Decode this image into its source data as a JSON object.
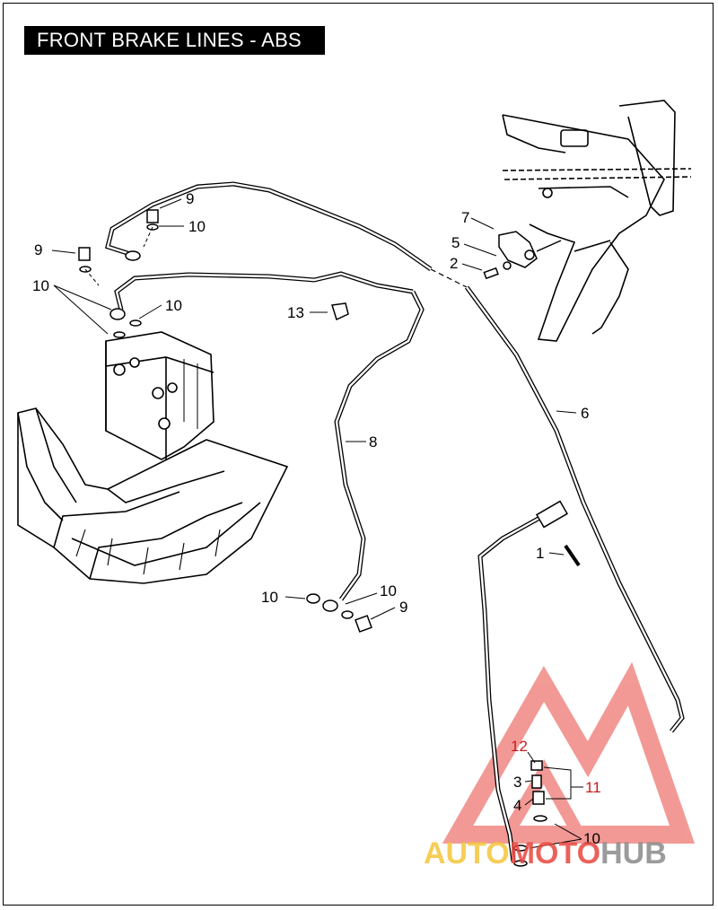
{
  "title": "FRONT BRAKE LINES - ABS",
  "callouts": [
    {
      "id": "c9a",
      "label": "9"
    },
    {
      "id": "c10a",
      "label": "10"
    },
    {
      "id": "c9b",
      "label": "9"
    },
    {
      "id": "c10b",
      "label": "10"
    },
    {
      "id": "c10c",
      "label": "10"
    },
    {
      "id": "c13",
      "label": "13"
    },
    {
      "id": "c7",
      "label": "7"
    },
    {
      "id": "c5",
      "label": "5"
    },
    {
      "id": "c2",
      "label": "2"
    },
    {
      "id": "c6",
      "label": "6"
    },
    {
      "id": "c8",
      "label": "8"
    },
    {
      "id": "c1",
      "label": "1"
    },
    {
      "id": "c10d",
      "label": "10"
    },
    {
      "id": "c10e",
      "label": "10"
    },
    {
      "id": "c9c",
      "label": "9"
    },
    {
      "id": "c12",
      "label": "12"
    },
    {
      "id": "c3",
      "label": "3"
    },
    {
      "id": "c11",
      "label": "11"
    },
    {
      "id": "c4",
      "label": "4"
    },
    {
      "id": "c10f",
      "label": "10"
    }
  ],
  "watermark": {
    "part1": "AUTO",
    "part2": "MOTO",
    "part3": "HUB"
  },
  "colors": {
    "line": "#000000",
    "callout_red": "#c21e1e",
    "wm_yellow": "#f5c53a",
    "wm_red": "#e8473f",
    "wm_gray": "#8a8a8a"
  }
}
